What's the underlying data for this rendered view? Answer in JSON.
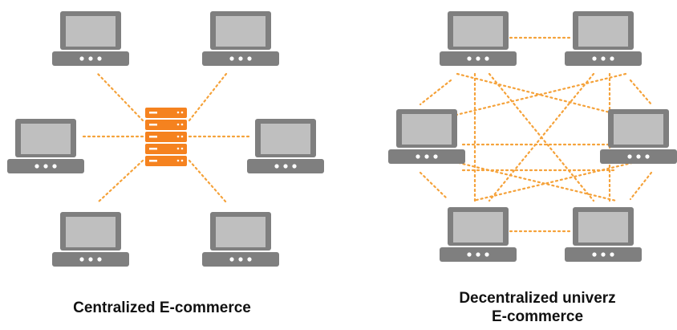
{
  "colors": {
    "laptop": "#7f7f7f",
    "laptop_dark": "#6a6a6a",
    "screen": "#bfbfbf",
    "dots": "#ffffff",
    "connection": "#f5a23a",
    "server": "#f5821f",
    "server_line": "#ffffff"
  },
  "icons": {
    "laptop": "laptop-icon",
    "server": "server-icon"
  },
  "captions": {
    "centralized": "Centralized E-commerce",
    "decentralized_line1": "Decentralized univerz",
    "decentralized_line2": "E-commerce"
  }
}
